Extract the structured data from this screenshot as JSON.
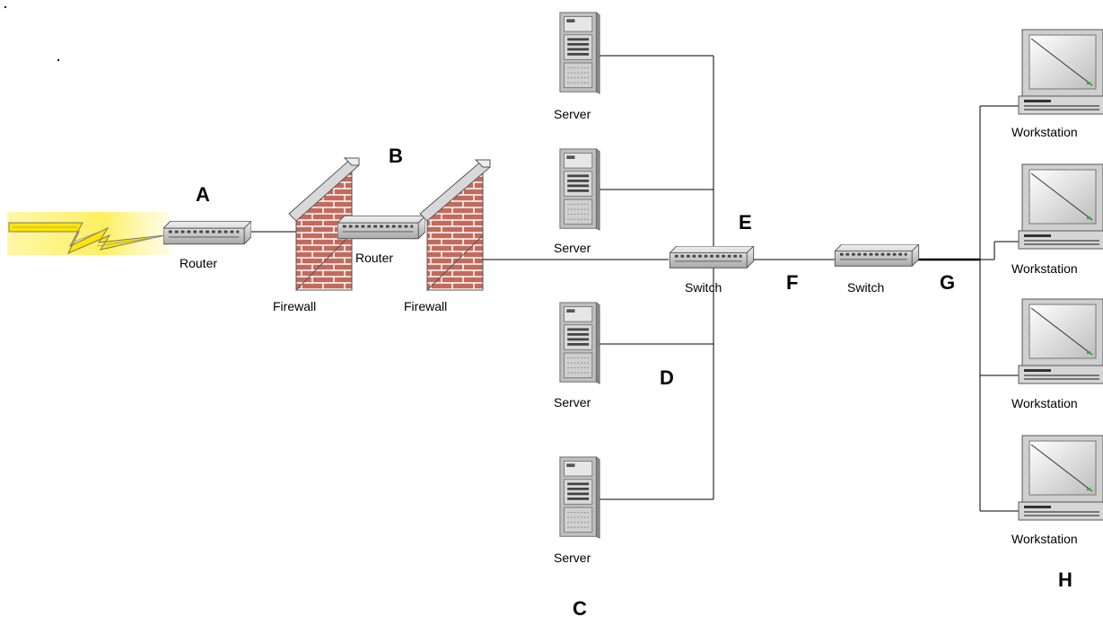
{
  "labels": {
    "router1": "Router",
    "router2": "Router",
    "firewall1": "Firewall",
    "firewall2": "Firewall",
    "server1": "Server",
    "server2": "Server",
    "server3": "Server",
    "server4": "Server",
    "switch1": "Switch",
    "switch2": "Switch",
    "ws1": "Workstation",
    "ws2": "Workstation",
    "ws3": "Workstation",
    "ws4": "Workstation"
  },
  "points": {
    "A": "A",
    "B": "B",
    "C": "C",
    "D": "D",
    "E": "E",
    "F": "F",
    "G": "G",
    "H": "H"
  },
  "colors": {
    "brick": "#c46a5c",
    "mortar": "#ffffff",
    "wall_cap": "#d8d8d8",
    "lightning": "#ffe600",
    "device_grey": "#c8c8c8"
  }
}
